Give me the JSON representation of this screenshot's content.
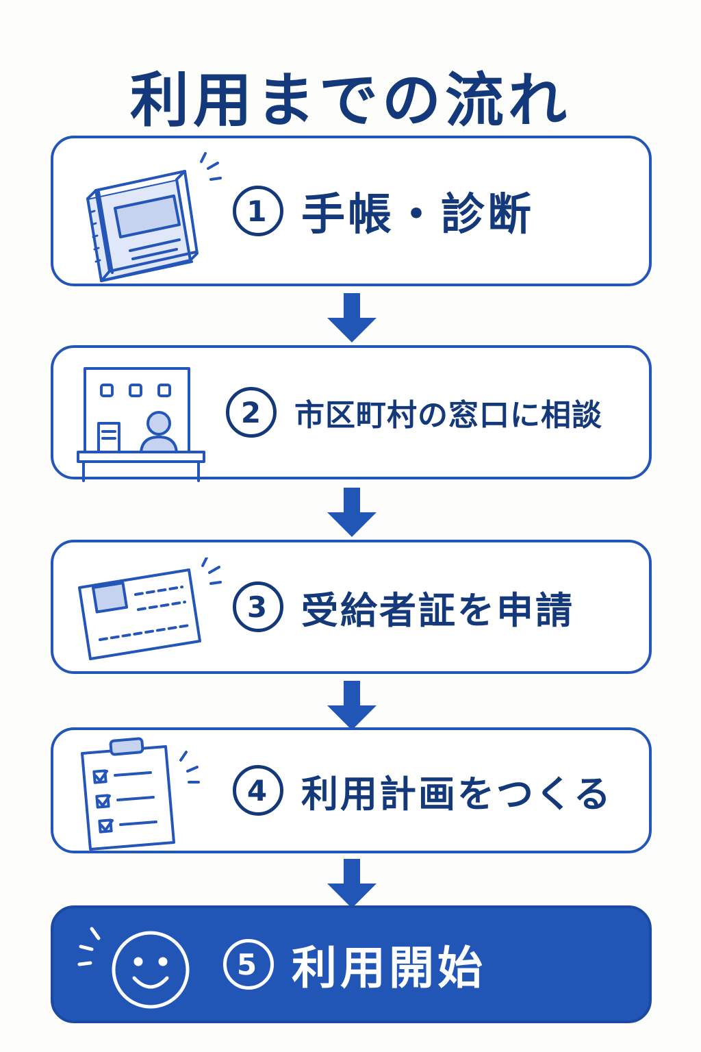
{
  "title": "利用までの流れ",
  "steps": [
    {
      "number": "1",
      "label": "手帳・診断",
      "icon": "notebook-icon"
    },
    {
      "number": "2",
      "label": "市区町村の窓口に相談",
      "icon": "office-counter-icon"
    },
    {
      "number": "3",
      "label": "受給者証を申請",
      "icon": "id-card-icon"
    },
    {
      "number": "4",
      "label": "利用計画をつくる",
      "icon": "checklist-clipboard-icon"
    },
    {
      "number": "5",
      "label": "利用開始",
      "icon": "smiley-face-icon"
    }
  ],
  "colors": {
    "primary": "#2455b8",
    "text": "#14397a",
    "light_fill": "#c5d3f1",
    "final_fill": "#2156b6"
  }
}
